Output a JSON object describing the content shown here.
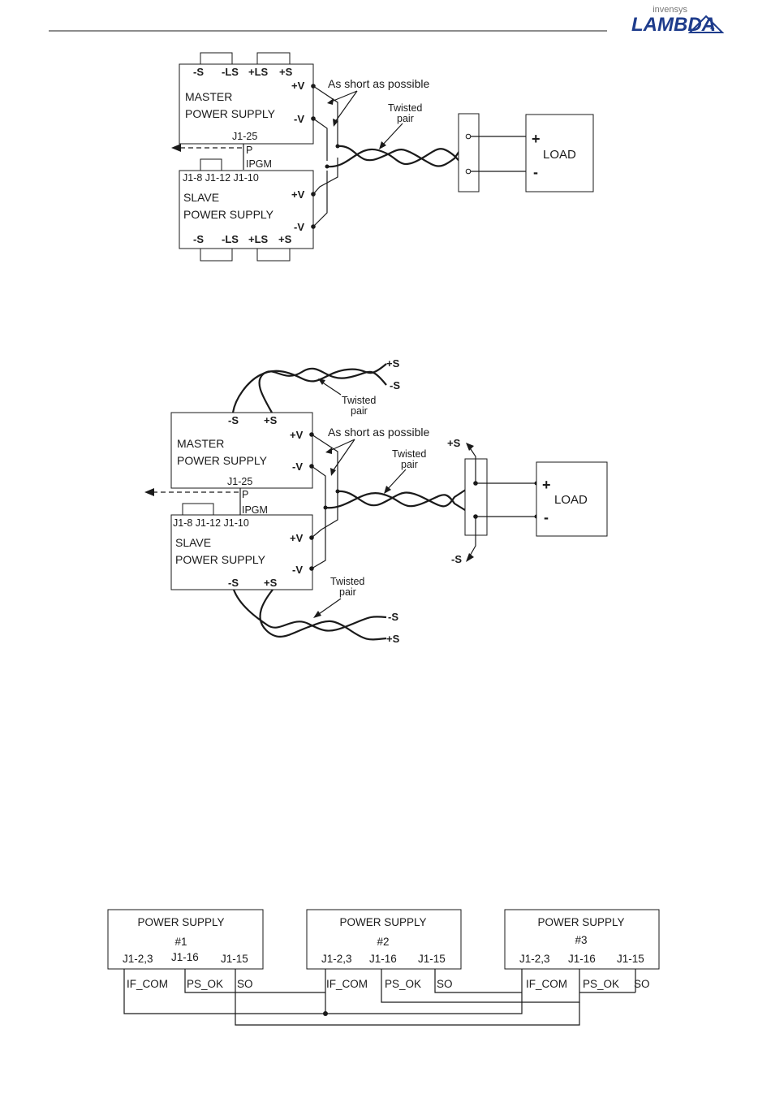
{
  "header": {
    "brand_sub": "invensys",
    "brand": "LAMBDA",
    "brand_glyph": "λ"
  },
  "diagram1": {
    "master_terms": [
      "-S",
      "-LS",
      "+LS",
      "+S"
    ],
    "slave_terms": [
      "-S",
      "-LS",
      "+LS",
      "+S"
    ],
    "master_l1": "MASTER",
    "master_l2": "POWER SUPPLY",
    "slave_l1": "SLAVE",
    "slave_l2": "POWER SUPPLY",
    "pv": "+V",
    "nv": "-V",
    "j125": "J1-25",
    "p": "P",
    "ipgm": "IPGM",
    "slave_j": "J1-8  J1-12 J1-10",
    "short": "As short as possible",
    "twisted1": "Twisted",
    "twisted2": "pair",
    "load": "LOAD",
    "plus": "+",
    "minus": "-"
  },
  "diagram2": {
    "ms": "-S",
    "mps": "+S",
    "master_l1": "MASTER",
    "master_l2": "POWER SUPPLY",
    "slave_l1": "SLAVE",
    "slave_l2": "POWER SUPPLY",
    "pv": "+V",
    "nv": "-V",
    "j125": "J1-25",
    "p": "P",
    "ipgm": "IPGM",
    "slave_j": "J1-8  J1-12  J1-10",
    "ss": "-S",
    "sps": "+S",
    "top_ps": "+S",
    "top_ms": "-S",
    "bot_ms": "-S",
    "bot_ps": "+S",
    "load_ps": "+S",
    "load_ms": "-S",
    "short": "As short as possible",
    "tw_top1": "Twisted",
    "tw_top2": "pair",
    "tw_mid1": "Twisted",
    "tw_mid2": "pair",
    "tw_bot1": "Twisted",
    "tw_bot2": "pair",
    "load": "LOAD",
    "plus": "+",
    "minus": "-"
  },
  "diagram3": {
    "units": [
      {
        "title": "POWER SUPPLY",
        "num": "#1",
        "j1": "J1-2,3",
        "j2": "J1-16",
        "j3": "J1-15",
        "s1": "IF_COM",
        "s2": "PS_OK",
        "s3": "SO"
      },
      {
        "title": "POWER SUPPLY",
        "num": "#2",
        "j1": "J1-2,3",
        "j2": "J1-16",
        "j3": "J1-15",
        "s1": "IF_COM",
        "s2": "PS_OK",
        "s3": "SO"
      },
      {
        "title": "POWER SUPPLY",
        "num": "#3",
        "j1": "J1-2,3",
        "j2": "J1-16",
        "j3": "J1-15",
        "s1": "IF_COM",
        "s2": "PS_OK",
        "s3": "SO"
      }
    ]
  }
}
